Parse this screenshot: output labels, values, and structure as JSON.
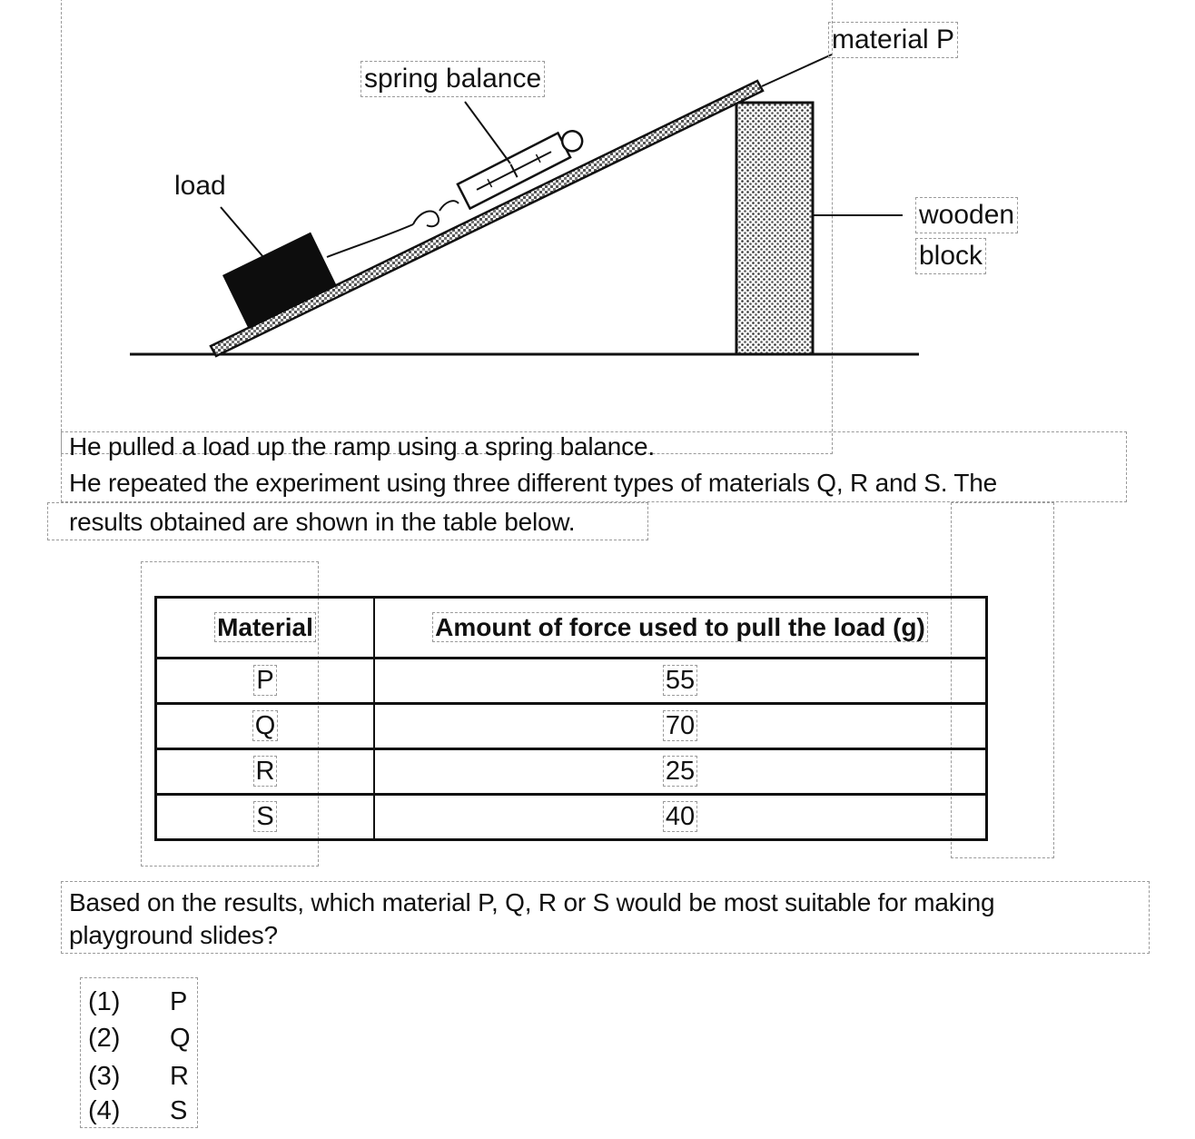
{
  "diagram": {
    "labels": {
      "material_p": "material P",
      "spring_balance": "spring balance",
      "load": "load",
      "wooden": "wooden",
      "block": "block"
    }
  },
  "intro": {
    "line1": "He pulled a load up the ramp using a spring balance.",
    "line2": "He repeated the experiment using three different types of materials Q, R and S. The",
    "line3": "results obtained are shown in the table below."
  },
  "table": {
    "headers": [
      "Material",
      "Amount of force used to pull the load (g)"
    ],
    "rows": [
      {
        "material": "P",
        "force": "55"
      },
      {
        "material": "Q",
        "force": "70"
      },
      {
        "material": "R",
        "force": "25"
      },
      {
        "material": "S",
        "force": "40"
      }
    ]
  },
  "question": {
    "line1": "Based on the results, which material P, Q, R or S would be most suitable for making",
    "line2": "playground slides?"
  },
  "options": [
    {
      "number": "(1)",
      "answer": "P"
    },
    {
      "number": "(2)",
      "answer": "Q"
    },
    {
      "number": "(3)",
      "answer": "R"
    },
    {
      "number": "(4)",
      "answer": "S"
    }
  ]
}
